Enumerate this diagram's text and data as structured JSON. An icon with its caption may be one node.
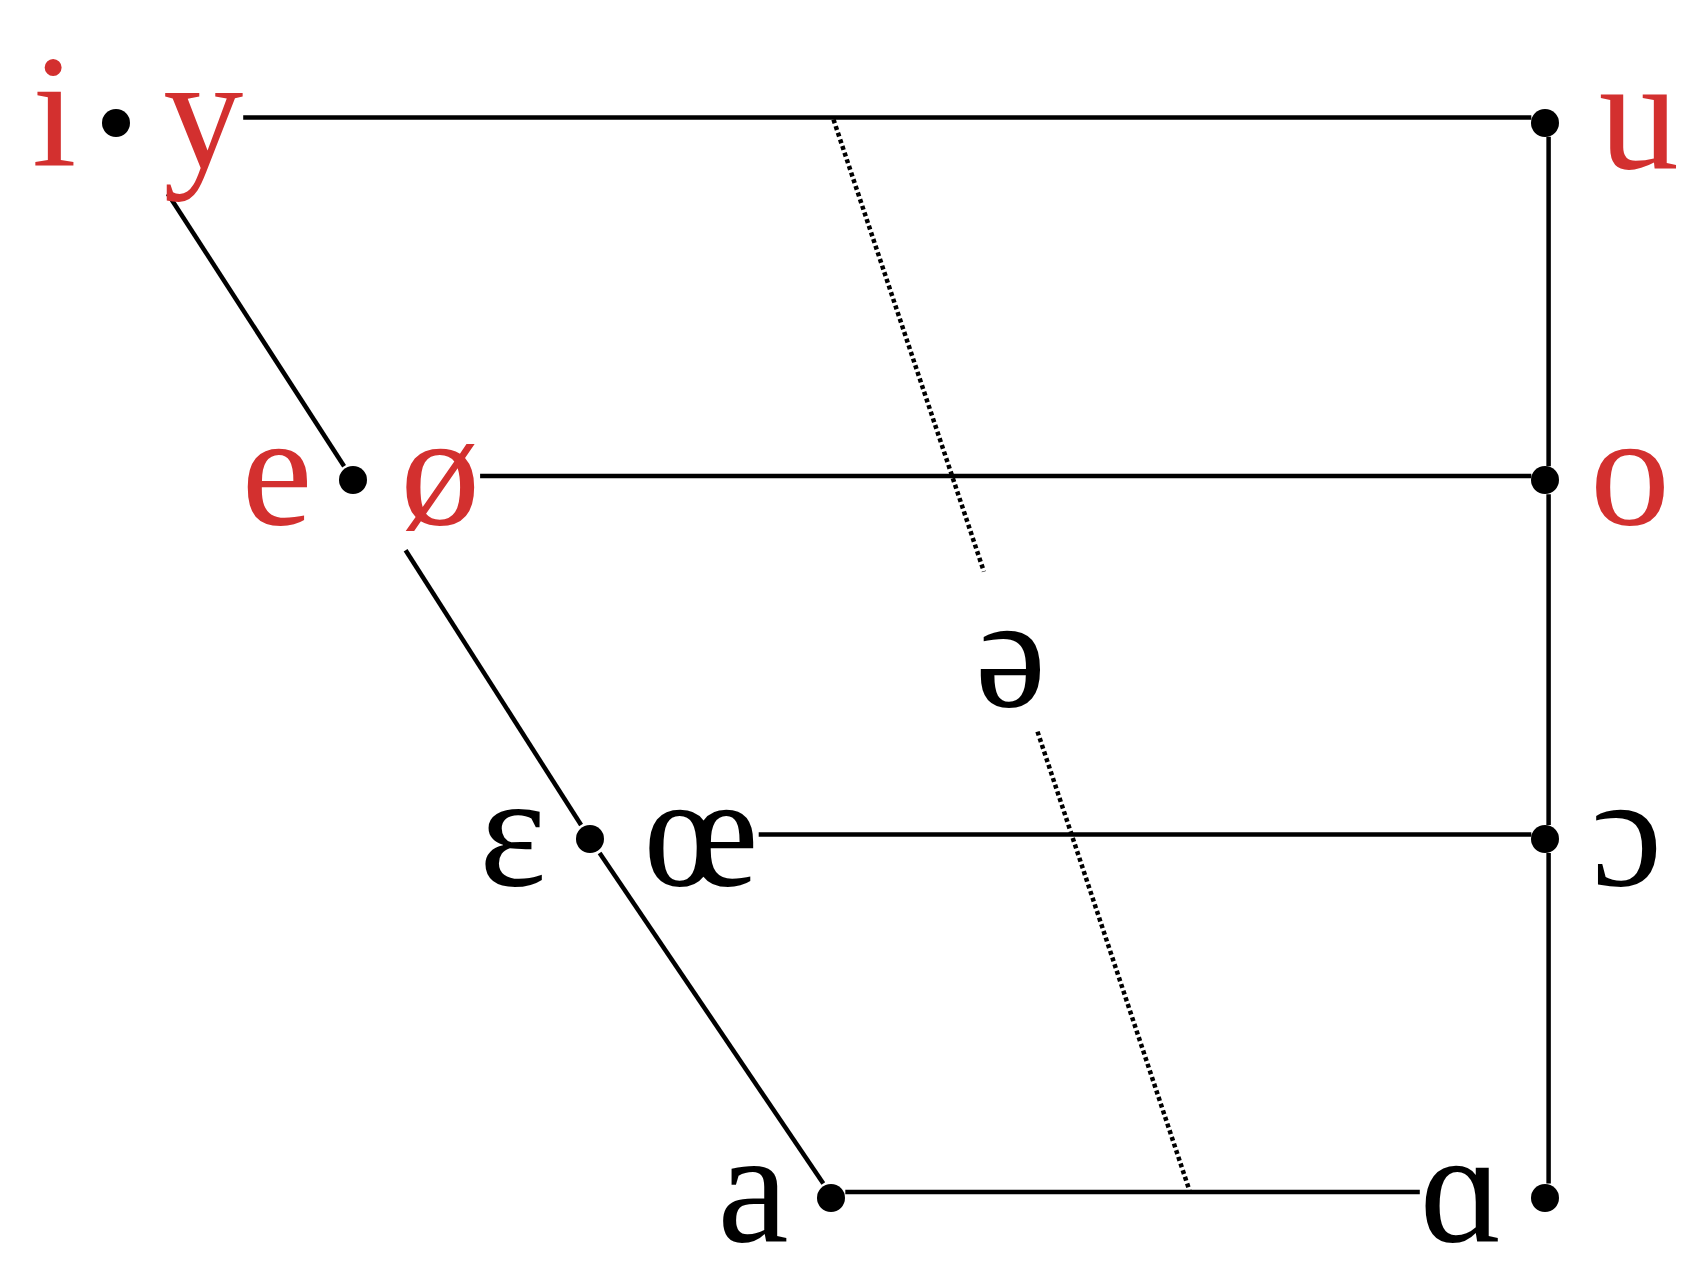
{
  "diagram": {
    "nodes": [
      {
        "text": [
          "i"
        ]
      },
      {
        "text": [],
        "shape": "circle"
      },
      {
        "text": [
          "y"
        ]
      },
      {
        "text": [],
        "shape": "circle"
      },
      {
        "text": [
          "u"
        ]
      },
      {
        "text": [
          "e"
        ]
      },
      {
        "text": [],
        "shape": "circle"
      },
      {
        "text": [
          "ø"
        ]
      },
      {
        "text": [],
        "shape": "circle"
      },
      {
        "text": [
          "o"
        ]
      },
      {
        "text": [
          "ə"
        ]
      },
      {
        "text": [
          "ɛ"
        ]
      },
      {
        "text": [],
        "shape": "circle"
      },
      {
        "text": [
          "œ"
        ]
      },
      {
        "text": [],
        "shape": "circle"
      },
      {
        "text": [
          "ɔ"
        ]
      },
      {
        "text": [
          "a"
        ]
      },
      {
        "text": [],
        "shape": "circle"
      },
      {
        "text": [
          "ɑ"
        ]
      },
      {
        "text": [],
        "shape": "circle"
      }
    ],
    "edges": [
      {
        "from": 2,
        "to": 3,
        "arrow": "none"
      },
      {
        "from": 2,
        "to": 6,
        "arrow": "none"
      },
      {
        "from": 7,
        "to": 12,
        "arrow": "none"
      },
      {
        "from": 12,
        "to": 17,
        "arrow": "none"
      },
      {
        "from": 7,
        "to": 8,
        "arrow": "none"
      },
      {
        "from": 13,
        "to": 14,
        "arrow": "none"
      },
      {
        "from": 17,
        "to": 18,
        "arrow": "none"
      },
      {
        "from": 3,
        "to": 8,
        "arrow": "none"
      },
      {
        "from": 8,
        "to": 14,
        "arrow": "none"
      },
      {
        "from": 14,
        "to": 19,
        "arrow": "none"
      },
      {
        "from": null,
        "to": 10,
        "arrow": "none",
        "style": "dashed"
      },
      {
        "from": 10,
        "to": null,
        "arrow": "none",
        "style": "dashed"
      }
    ]
  }
}
